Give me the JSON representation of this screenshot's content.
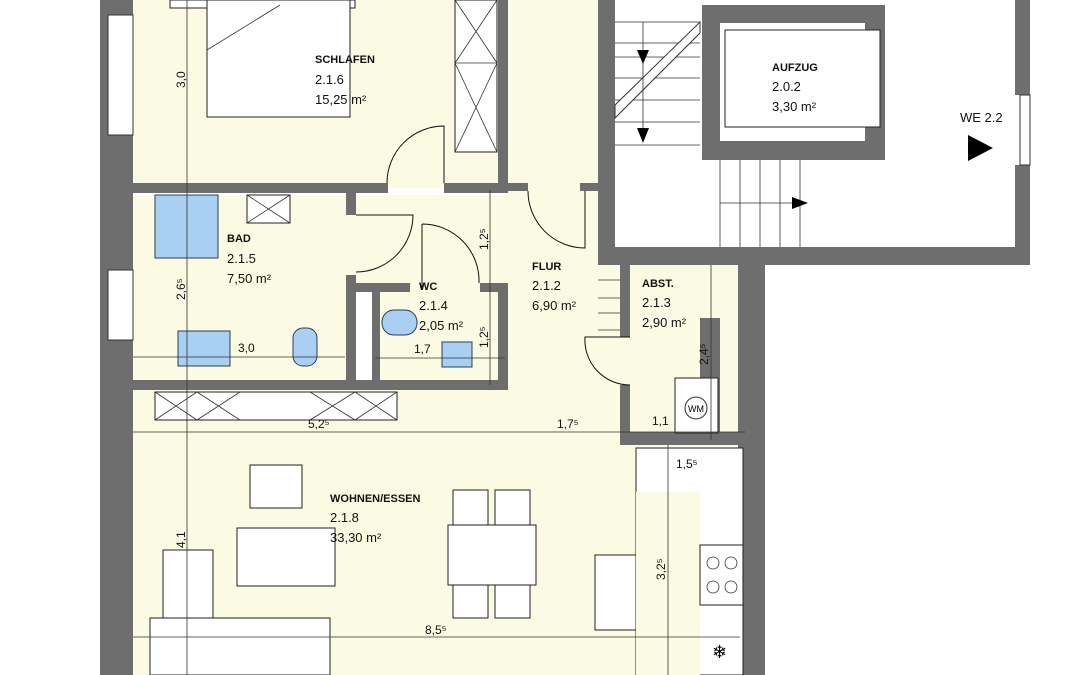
{
  "rooms": [
    {
      "name": "SCHLAFEN",
      "number": "2.1.6",
      "area": "15,25 m²"
    },
    {
      "name": "BAD",
      "number": "2.1.5",
      "area": "7,50 m²"
    },
    {
      "name": "WC",
      "number": "2.1.4",
      "area": "2,05 m²"
    },
    {
      "name": "FLUR",
      "number": "2.1.2",
      "area": "6,90 m²"
    },
    {
      "name": "ABST.",
      "number": "2.1.3",
      "area": "2,90 m²"
    },
    {
      "name": "WOHNEN/ESSEN",
      "number": "2.1.8",
      "area": "33,30 m²"
    },
    {
      "name": "AUFZUG",
      "number": "2.0.2",
      "area": "3,30 m²"
    }
  ],
  "unit_label": "WE 2.2",
  "washer_label": "WM",
  "dimensions": {
    "schlafen_height": "3,0",
    "bad_height": "2,6⁵",
    "bad_width": "3,0",
    "wc_width": "1,7",
    "wc_height_top": "1,2⁵",
    "wc_height_bottom": "1,2⁵",
    "abst_height": "2,4⁵",
    "abst_width": "1,1",
    "width_left": "5,2⁵",
    "width_flur": "1,7⁵",
    "kitchen_width": "1,5⁵",
    "wohnen_height": "4,1",
    "kitchen_height": "3,2⁵",
    "wohnen_width": "8,5⁵"
  },
  "colors": {
    "room": "#fbfbe3",
    "wall": "#6e6e6e",
    "fixture": "#a9cff3"
  }
}
